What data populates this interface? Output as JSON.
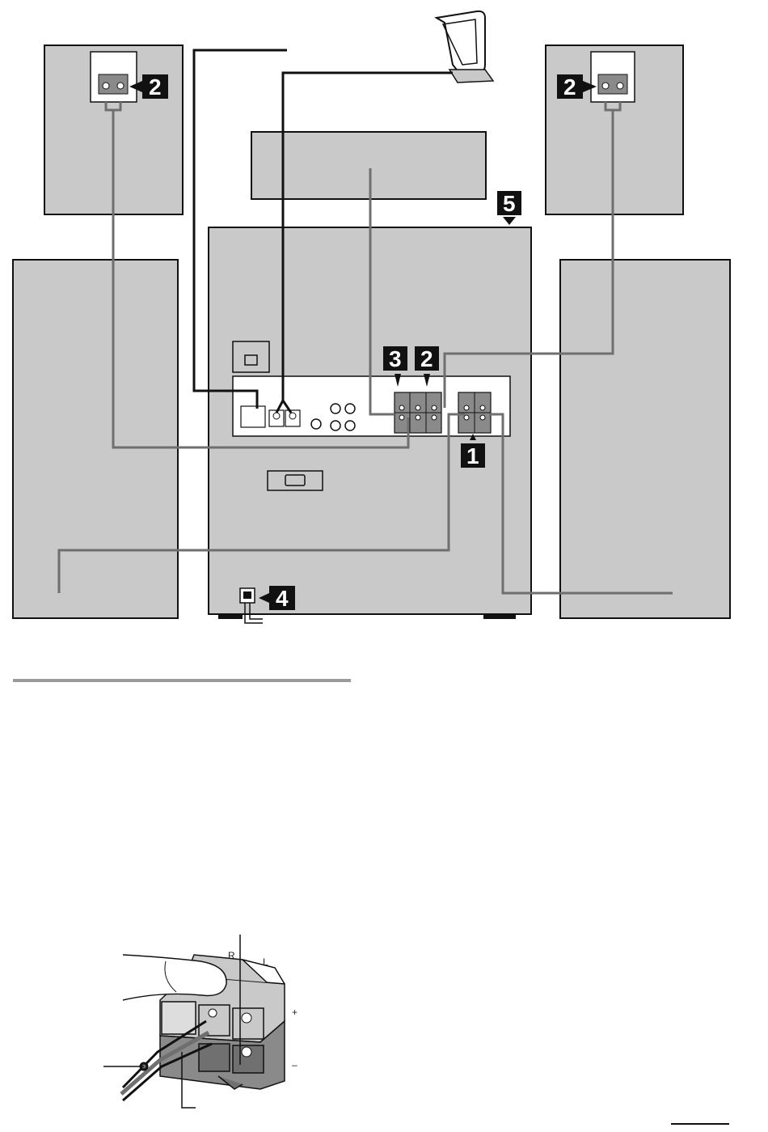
{
  "diagram": {
    "callouts": {
      "speaker_left_front": "2",
      "speaker_right_front": "2",
      "unit_top": "5",
      "terminal_a": "3",
      "terminal_b": "2",
      "terminal_c": "1",
      "power_cord": "4"
    },
    "terminal_labels": {
      "right": "R",
      "left": "L",
      "plus": "+",
      "minus": "–"
    }
  },
  "colors": {
    "panel_fill": "#c9c9c9",
    "outline": "#111111",
    "wire": "#6f6f6f",
    "badge": "#111111"
  }
}
